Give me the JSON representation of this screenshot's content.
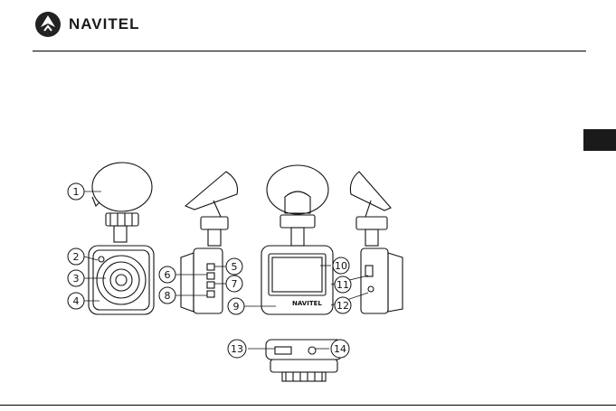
{
  "header": {
    "brand": "NAVITEL",
    "logo_icon": "navitel-logo-icon"
  },
  "figure": {
    "callouts": [
      "1",
      "2",
      "3",
      "4",
      "5",
      "6",
      "7",
      "8",
      "9",
      "10",
      "11",
      "12",
      "13",
      "14"
    ],
    "screen_brand": "NAVITEL"
  },
  "language_tab": {
    "color": "#1a1a1a"
  }
}
